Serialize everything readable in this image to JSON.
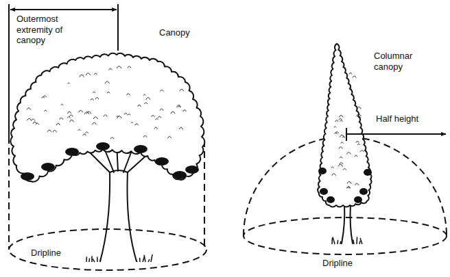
{
  "diagram": {
    "labels": [
      "Outermost extremity of canopy",
      "Canopy",
      "Dripline",
      "Columnar canopy",
      "Half height",
      "Dripline"
    ]
  }
}
